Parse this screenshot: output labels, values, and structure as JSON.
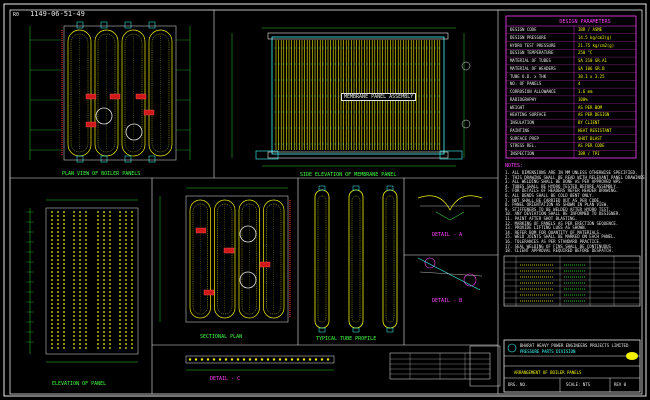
{
  "drawing_number": "1149-06-51-49",
  "sheet_marker": "R0",
  "parameters": {
    "title": "DESIGN PARAMETERS",
    "rows": [
      {
        "label": "DESIGN CODE",
        "value": "IBR / ASME"
      },
      {
        "label": "DESIGN PRESSURE",
        "value": "14.5 kg/cm2(g)"
      },
      {
        "label": "HYDRO TEST PRESSURE",
        "value": "21.75 kg/cm2(g)"
      },
      {
        "label": "DESIGN TEMPERATURE",
        "value": "250 °C"
      },
      {
        "label": "MATERIAL OF TUBES",
        "value": "SA 210 GR.A1"
      },
      {
        "label": "MATERIAL OF HEADERS",
        "value": "SA 106 GR.B"
      },
      {
        "label": "TUBE O.D. x THK",
        "value": "38.1 x 3.25"
      },
      {
        "label": "NO. OF PANELS",
        "value": "4"
      },
      {
        "label": "CORROSION ALLOWANCE",
        "value": "1.6 mm"
      },
      {
        "label": "RADIOGRAPHY",
        "value": "100%"
      },
      {
        "label": "WEIGHT",
        "value": "AS PER BOM"
      },
      {
        "label": "HEATING SURFACE",
        "value": "AS PER DESIGN"
      },
      {
        "label": "INSULATION",
        "value": "BY CLIENT"
      },
      {
        "label": "PAINTING",
        "value": "HEAT RESISTANT"
      },
      {
        "label": "SURFACE PREP",
        "value": "SHOT BLAST"
      },
      {
        "label": "STRESS REL.",
        "value": "AS PER CODE"
      },
      {
        "label": "INSPECTION",
        "value": "IBR / TPI"
      }
    ]
  },
  "notes": {
    "title": "NOTES:",
    "lines": [
      "1. ALL DIMENSIONS ARE IN MM UNLESS OTHERWISE SPECIFIED.",
      "2. THIS DRAWING SHALL BE READ WITH RELEVANT PANEL DRAWINGS.",
      "3. ALL WELDING SHALL BE DONE AS PER APPROVED WPS.",
      "4. TUBES SHALL BE HYDRO TESTED BEFORE ASSEMBLY.",
      "5. FOR DETAILS OF HEADERS REFER HEADER DRAWING.",
      "6. ALL BENDS SHALL BE COLD BENT ONLY.",
      "7. NDT SHALL BE CARRIED OUT AS PER CODE.",
      "8. PANEL ORIENTATION AS SHOWN IN PLAN VIEW.",
      "9. STIFFENERS TO BE WELDED AFTER HYDRO TEST.",
      "10. ANY DEVIATION SHALL BE INFORMED TO DESIGNER.",
      "11. PAINT AFTER SHOT BLASTING.",
      "12. MARKING OF PANELS AS PER ERECTION SEQUENCE.",
      "13. PROVIDE LIFTING LUGS AS SHOWN.",
      "14. REFER BOM FOR QUANTITY OF MATERIALS.",
      "15. WELD JOINTS SHALL BE MARKED ON EACH PANEL.",
      "16. TOLERANCES AS PER STANDARD PRACTICE.",
      "17. SEAL WELDING OF FINS SHALL BE CONTINUOUS.",
      "18. CLIENT APPROVAL REQUIRED BEFORE DESPATCH."
    ]
  },
  "views": {
    "top_left": "PLAN VIEW OF BOILER PANELS",
    "top_middle": "SIDE ELEVATION OF MEMBRANE PANEL",
    "bottom_left": "ELEVATION OF PANEL",
    "bottom_middle": "SECTIONAL PLAN",
    "bottom_right": "TYPICAL TUBE PROFILE",
    "detail": "DETAIL - A",
    "detail_b": "DETAIL - B",
    "detail_c": "DETAIL - C",
    "center_label": "MEMBRANE PANEL ASSEMBLY"
  },
  "title_block": {
    "company": "BHARAT HEAVY POWER ENGINEERS PROJECTS LIMITED",
    "subtitle": "PRESSURE PARTS DIVISION",
    "drawing_title": "ARRANGEMENT OF BOILER PANELS",
    "drg_no_label": "DRG. NO.",
    "scale_label": "SCALE: NTS",
    "rev_label": "REV 0"
  },
  "colors": {
    "background": "#000000",
    "border": "#e8e8e8",
    "tubes": "#f2f200",
    "dimension": "#40ff40",
    "annotation": "#ff40ff",
    "cyan": "#40ffff",
    "tag": "#d01818"
  }
}
